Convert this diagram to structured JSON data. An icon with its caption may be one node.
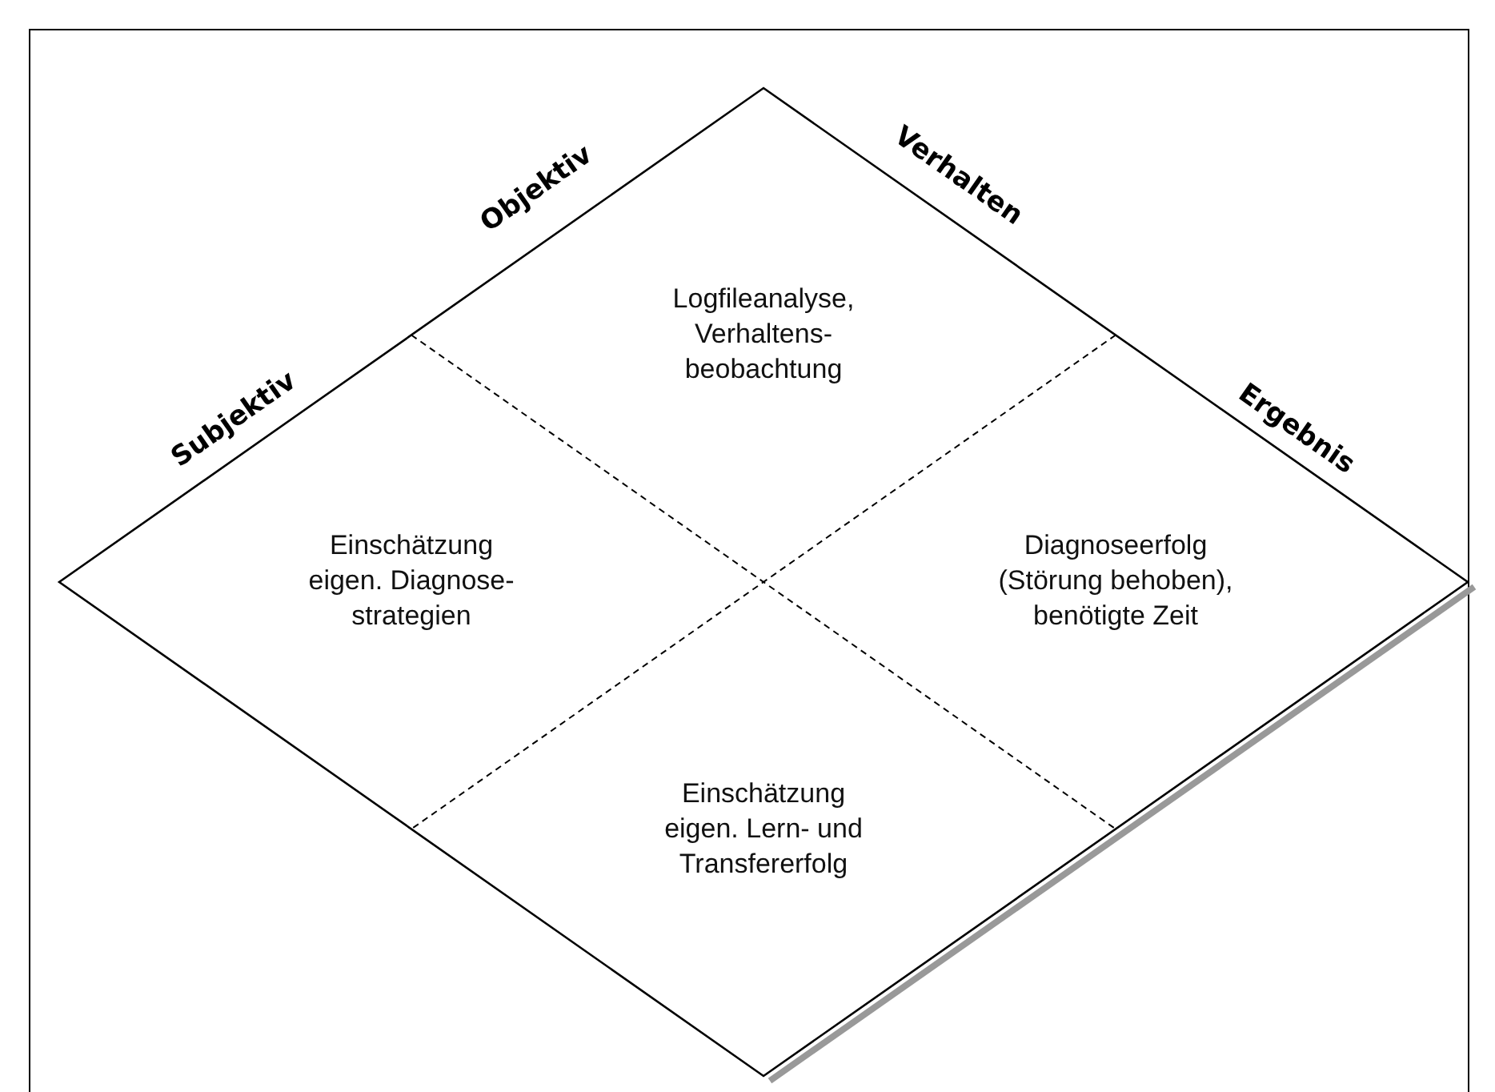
{
  "diagram": {
    "nodes": [
      {
        "text": [],
        "shape": "diamond"
      },
      {
        "text": [
          "Logfileanalyse, Verhaltens- beobachtung"
        ],
        "in": 0
      },
      {
        "text": [
          "Einschätzung eigen. Diagnose- strategien"
        ],
        "in": 0
      },
      {
        "text": [
          "Diagnoseerfolg (Störung behoben), benötigte Zeit"
        ],
        "in": 0
      },
      {
        "text": [
          "Einschätzung eigen. Lern- und Transfererfolg"
        ],
        "in": 0
      }
    ],
    "edges": [],
    "labels": [
      "Objektiv",
      "Verhalten",
      "Subjektiv",
      "Ergebnis"
    ]
  }
}
